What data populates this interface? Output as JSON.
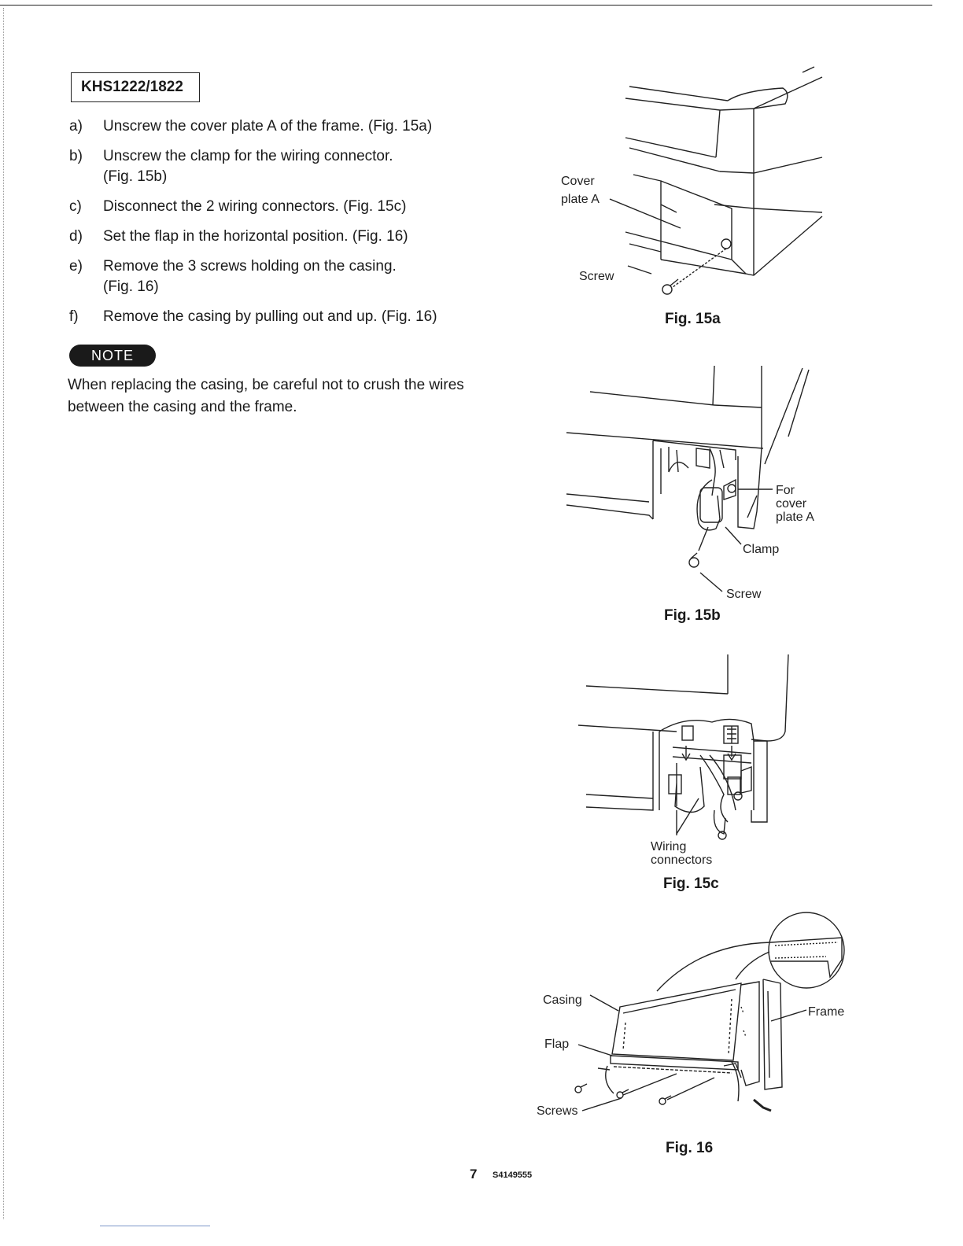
{
  "model": "KHS1222/1822",
  "steps": [
    {
      "letter": "a)",
      "text": "Unscrew the cover plate A of the frame. (Fig. 15a)"
    },
    {
      "letter": "b)",
      "text": "Unscrew the clamp for the wiring connector. (Fig. 15b)"
    },
    {
      "letter": "c)",
      "text": "Disconnect the 2 wiring connectors. (Fig. 15c)"
    },
    {
      "letter": "d)",
      "text": "Set the flap in the horizontal position. (Fig. 16)"
    },
    {
      "letter": "e)",
      "text": "Remove the 3 screws holding on the casing. (Fig. 16)"
    },
    {
      "letter": "f)",
      "text": "Remove the casing by pulling out and up. (Fig. 16)"
    }
  ],
  "note": {
    "badge": "NOTE",
    "text": "When replacing the casing, be careful not to crush the wires between the casing and the frame."
  },
  "figures": {
    "fig15a": {
      "caption": "Fig. 15a",
      "label_cover": "Cover",
      "label_plate": "plate A",
      "label_screw": "Screw"
    },
    "fig15b": {
      "caption": "Fig. 15b",
      "label_for": "For",
      "label_cover": "cover",
      "label_plate": "plate A",
      "label_clamp": "Clamp",
      "label_screw": "Screw"
    },
    "fig15c": {
      "caption": "Fig. 15c",
      "label_wiring": "Wiring",
      "label_connectors": "connectors"
    },
    "fig16": {
      "caption": "Fig. 16",
      "label_casing": "Casing",
      "label_flap": "Flap",
      "label_screws": "Screws",
      "label_frame": "Frame"
    }
  },
  "footer": {
    "page": "7",
    "code": "S4149555"
  }
}
